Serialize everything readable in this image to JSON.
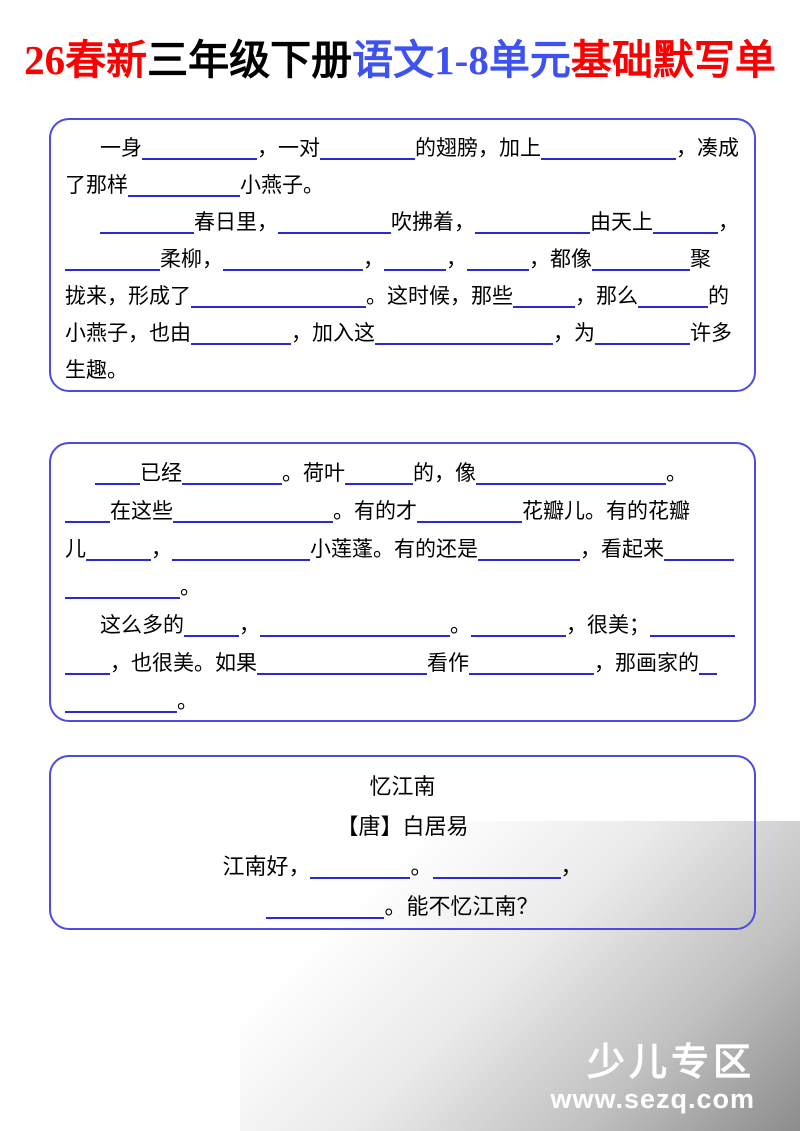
{
  "title": {
    "parts": [
      {
        "text": "26春新",
        "color": "#fb0000"
      },
      {
        "text": "三年级下册",
        "color": "#000000"
      },
      {
        "text": "语文1-8单元",
        "color": "#3d52f0"
      },
      {
        "text": "基础默写单",
        "color": "#fb0000"
      }
    ]
  },
  "colors": {
    "box_border": "#4c4ce0",
    "blank": "#2a2ace",
    "wm_gray": "#8c8c8c"
  },
  "boxes": [
    {
      "id": "swallow-passage",
      "lines": [
        [
          {
            "s": 35
          },
          {
            "t": "一身"
          },
          {
            "b": 115
          },
          {
            "t": "，一对"
          },
          {
            "b": 95
          },
          {
            "t": "的翅膀，加上"
          },
          {
            "b": 135
          },
          {
            "t": "，凑成"
          }
        ],
        [
          {
            "t": "了那样"
          },
          {
            "b": 112
          },
          {
            "t": "小燕子。"
          }
        ],
        [
          {
            "s": 35
          },
          {
            "b": 94
          },
          {
            "t": "春日里，"
          },
          {
            "b": 113
          },
          {
            "t": "吹拂着，"
          },
          {
            "b": 115
          },
          {
            "t": "由天上"
          },
          {
            "b": 65
          },
          {
            "t": "，"
          }
        ],
        [
          {
            "b": 95
          },
          {
            "t": "柔柳，"
          },
          {
            "b": 140
          },
          {
            "t": "，"
          },
          {
            "b": 62
          },
          {
            "t": "，"
          },
          {
            "b": 62
          },
          {
            "t": "，都像"
          },
          {
            "b": 98
          },
          {
            "t": "聚"
          }
        ],
        [
          {
            "t": "拢来，形成了"
          },
          {
            "b": 175
          },
          {
            "t": "。这时候，那些"
          },
          {
            "b": 62
          },
          {
            "t": "，那么"
          },
          {
            "b": 70
          },
          {
            "t": "的"
          }
        ],
        [
          {
            "t": "小燕子，也由"
          },
          {
            "b": 100
          },
          {
            "t": "，加入这"
          },
          {
            "b": 178
          },
          {
            "t": "，为"
          },
          {
            "b": 95
          },
          {
            "t": "许多"
          }
        ],
        [
          {
            "t": "生趣。"
          }
        ]
      ]
    },
    {
      "id": "lotus-passage",
      "lines": [
        [
          {
            "s": 30
          },
          {
            "b": 45
          },
          {
            "t": "已经"
          },
          {
            "b": 100
          },
          {
            "t": "。荷叶"
          },
          {
            "b": 68
          },
          {
            "t": "的，像"
          },
          {
            "b": 190
          },
          {
            "t": "。"
          }
        ],
        [
          {
            "b": 45
          },
          {
            "t": "在这些"
          },
          {
            "b": 160
          },
          {
            "t": "。有的才"
          },
          {
            "b": 105
          },
          {
            "t": "花瓣儿。有的花瓣"
          }
        ],
        [
          {
            "t": "儿"
          },
          {
            "b": 65
          },
          {
            "t": "，"
          },
          {
            "b": 138
          },
          {
            "t": "小莲蓬。有的还是"
          },
          {
            "b": 102
          },
          {
            "t": "，看起来"
          },
          {
            "b": 70
          }
        ],
        [
          {
            "b": 115
          },
          {
            "t": "。"
          }
        ],
        [
          {
            "s": 35
          },
          {
            "t": "这么多的"
          },
          {
            "b": 55
          },
          {
            "t": "，"
          },
          {
            "b": 190
          },
          {
            "t": "。"
          },
          {
            "b": 95
          },
          {
            "t": "，很美；"
          },
          {
            "b": 85
          }
        ],
        [
          {
            "b": 45
          },
          {
            "t": "，也很美。如果"
          },
          {
            "b": 170
          },
          {
            "t": "看作"
          },
          {
            "b": 125
          },
          {
            "t": "，那画家的"
          },
          {
            "b": 18
          }
        ],
        [
          {
            "b": 112
          },
          {
            "t": "。"
          }
        ]
      ]
    },
    {
      "id": "poem-yijiangnan",
      "lines": [
        [
          {
            "t": "忆江南"
          }
        ],
        [
          {
            "t": "【唐】白居易"
          }
        ],
        [
          {
            "t": "江南好，"
          },
          {
            "b": 100
          },
          {
            "t": "。"
          },
          {
            "b": 128
          },
          {
            "t": "，"
          }
        ],
        [
          {
            "b": 118
          },
          {
            "t": "。能不忆江南？"
          }
        ]
      ]
    }
  ],
  "watermark": {
    "brand": "少儿专区",
    "url": "www.sezq.com"
  }
}
